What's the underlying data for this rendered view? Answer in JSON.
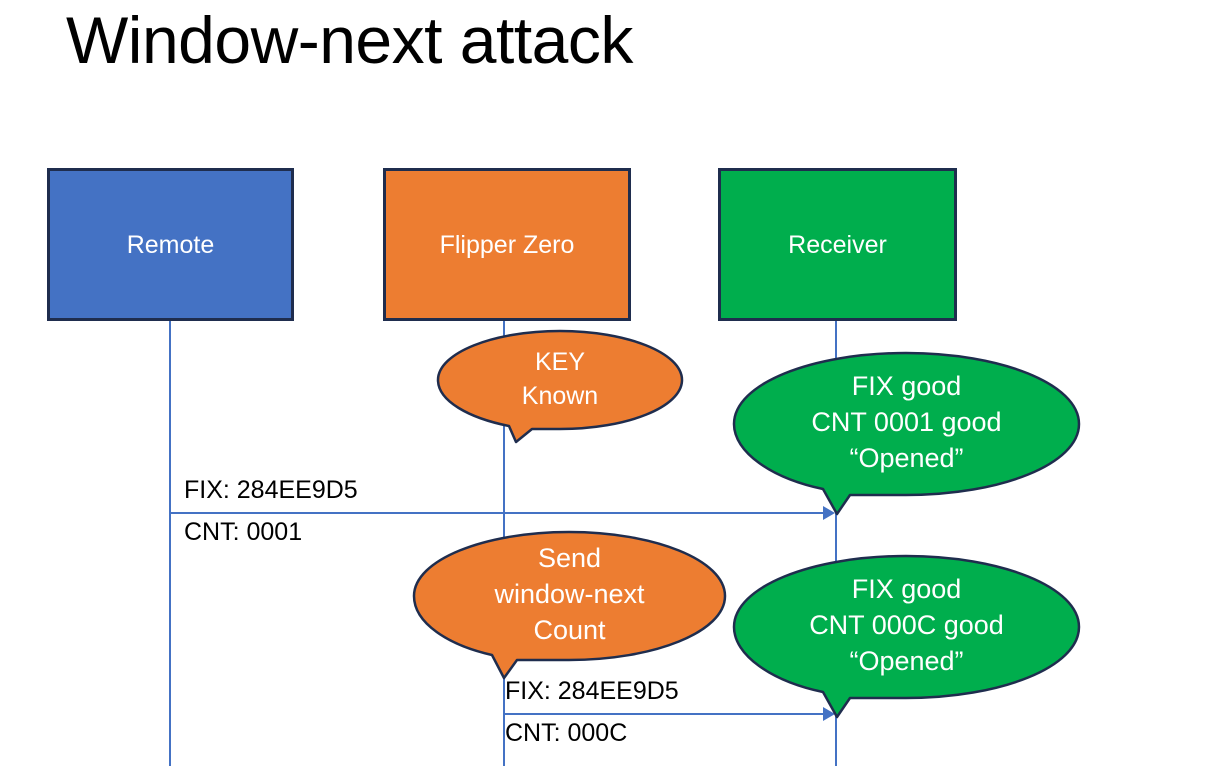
{
  "slide": {
    "title": "Window-next attack",
    "colors": {
      "remote_fill": "#4472C4",
      "flipper_fill": "#ED7D31",
      "receiver_fill": "#00AE4D",
      "outline": "#1F2D4E",
      "arrow": "#4472C4",
      "label_text": "#FFFFFF",
      "body_text": "#000000",
      "background": "#FFFFFF"
    }
  },
  "actors": [
    {
      "id": "remote",
      "label": "Remote"
    },
    {
      "id": "flipper",
      "label": "Flipper Zero"
    },
    {
      "id": "receiver",
      "label": "Receiver"
    }
  ],
  "messages": [
    {
      "id": "msg1",
      "from": "remote",
      "to": "receiver",
      "fix": "FIX: 284EE9D5",
      "cnt": "CNT: 0001"
    },
    {
      "id": "msg2",
      "from": "flipper",
      "to": "receiver",
      "fix": "FIX: 284EE9D5",
      "cnt": "CNT: 000C"
    }
  ],
  "bubbles": [
    {
      "id": "key-known",
      "owner": "flipper",
      "fill": "#ED7D31",
      "lines": [
        "KEY",
        "Known"
      ]
    },
    {
      "id": "send-window-next",
      "owner": "flipper",
      "fill": "#ED7D31",
      "lines": [
        "Send",
        "window-next",
        "Count"
      ]
    },
    {
      "id": "receiver-ok-0001",
      "owner": "receiver",
      "fill": "#00AE4D",
      "lines": [
        "FIX good",
        "CNT 0001 good",
        "“Opened”"
      ]
    },
    {
      "id": "receiver-ok-000C",
      "owner": "receiver",
      "fill": "#00AE4D",
      "lines": [
        "FIX good",
        "CNT 000C good",
        "“Opened”"
      ]
    }
  ]
}
